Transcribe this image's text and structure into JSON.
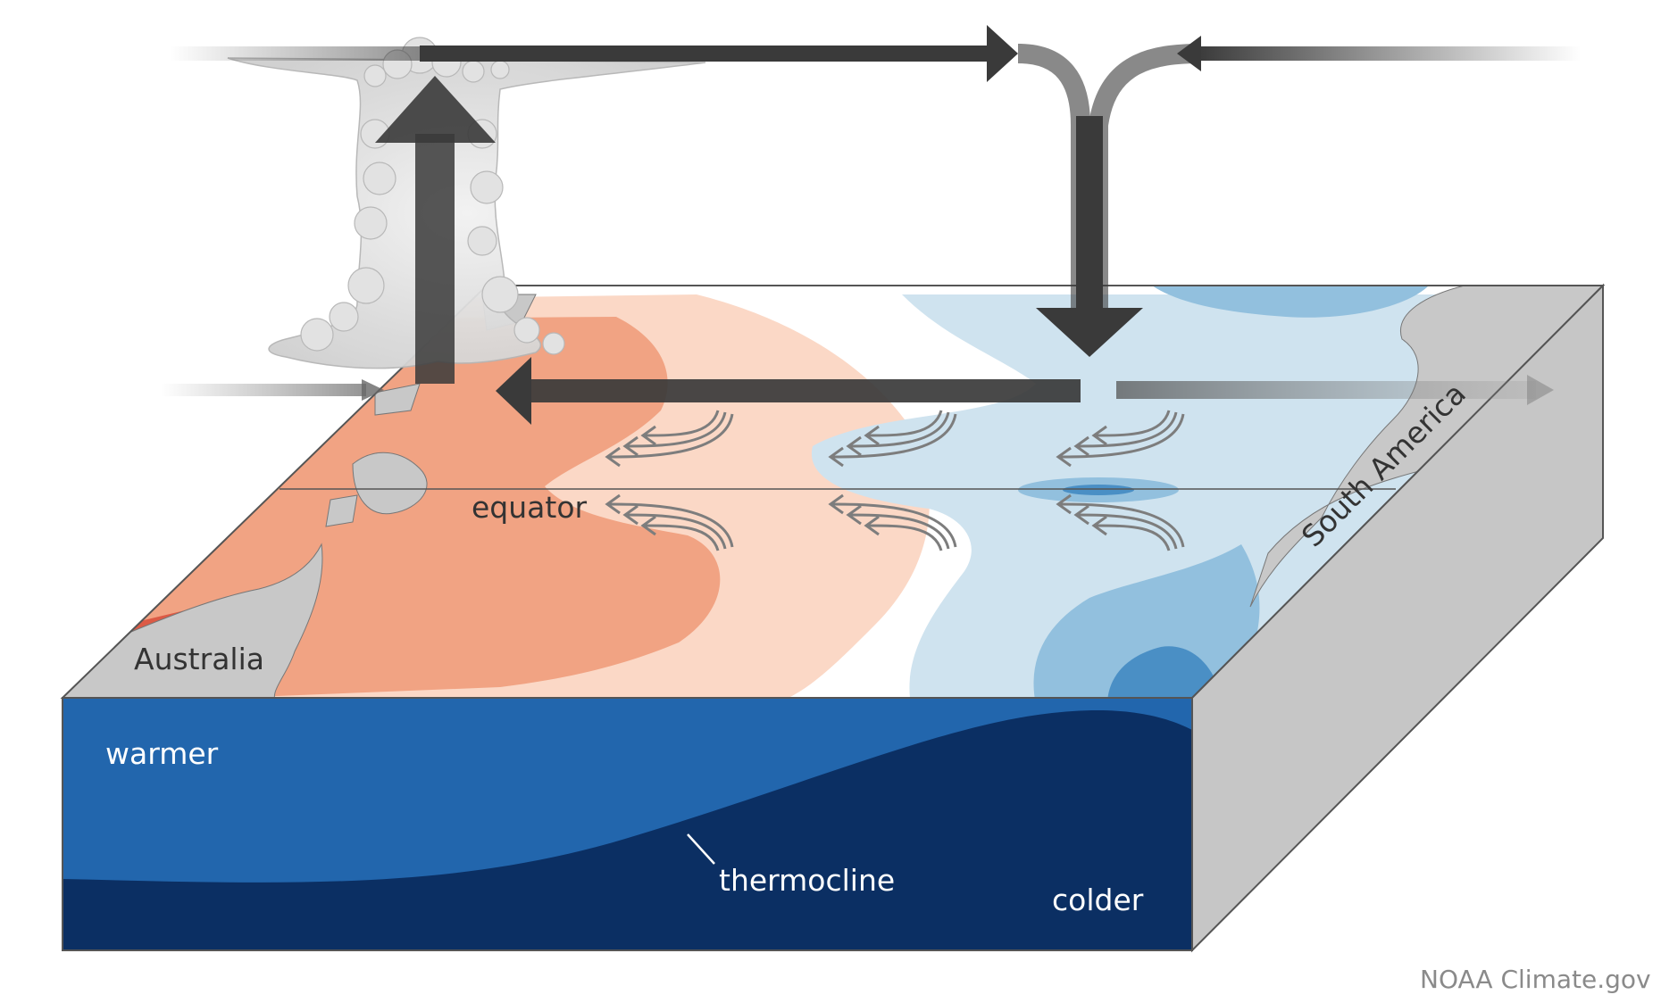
{
  "labels": {
    "equator": "equator",
    "australia": "Australia",
    "south_america": "South America",
    "warmer": "warmer",
    "thermocline": "thermocline",
    "colder": "colder"
  },
  "credit": "NOAA Climate.gov",
  "colors": {
    "warm_dark": "#f1a383",
    "warm_light": "#fbd8c6",
    "warm_strong": "#dc5a45",
    "cool_light": "#cfe3ef",
    "cool_mid": "#92c0de",
    "cool_dark": "#4a8fc5",
    "land": "#c8c8c8",
    "side_face": "#c6c6c6",
    "warm_water": "#2266ad",
    "cold_water": "#0b2f63",
    "circulation_arrow": "#3a3a3a",
    "wind_arrow": "#7d7d7d"
  }
}
